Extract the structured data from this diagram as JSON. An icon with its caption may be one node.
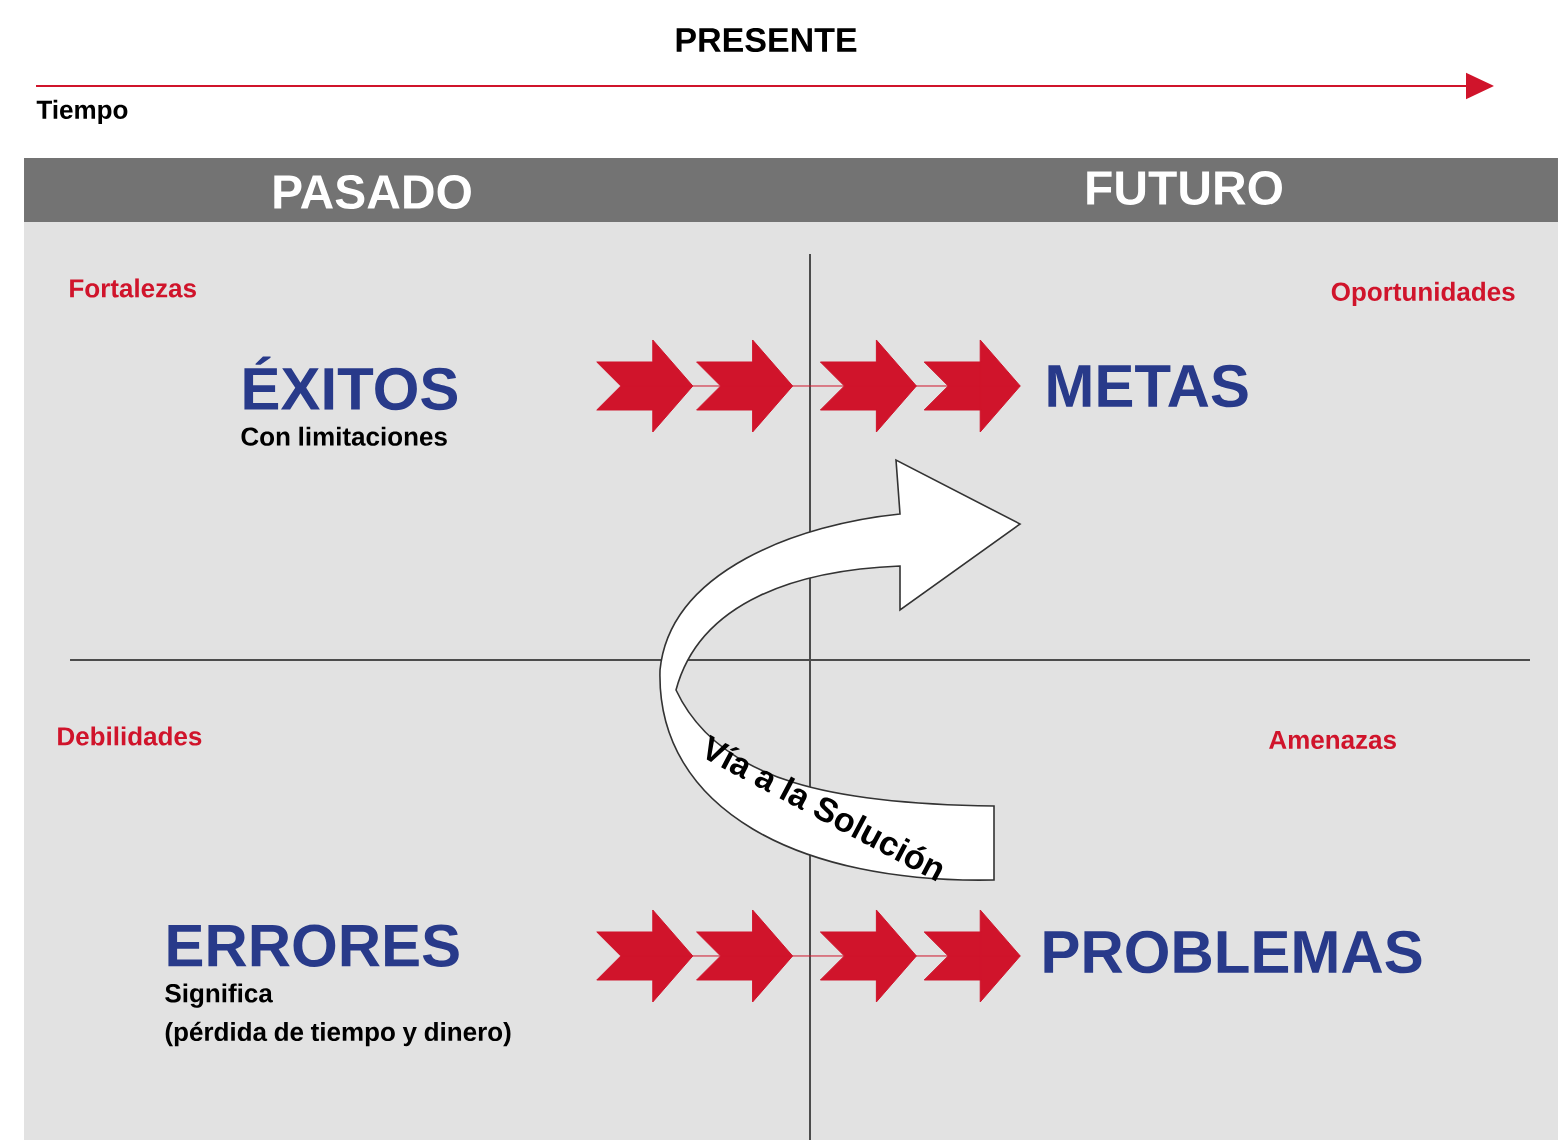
{
  "diagram": {
    "nodes": [
      {
        "text": [
          "ÉXITOS",
          "Con limitaciones"
        ]
      },
      {
        "text": [
          "METAS"
        ]
      },
      {
        "text": [
          "ERRORES",
          "Significa",
          "(pérdida de tiempo y dinero)"
        ]
      },
      {
        "text": [
          "PROBLEMAS"
        ]
      }
    ],
    "edges": [
      {
        "from": 0,
        "to": 1,
        "arrow": "to"
      },
      {
        "from": 2,
        "to": 3,
        "arrow": "to"
      }
    ],
    "labels": [
      "PRESENTE",
      "Tiempo",
      "PASADO",
      "FUTURO",
      "Fortalezas",
      "Oportunidades",
      "Vía a la Solución",
      "Debilidades",
      "Amenazas"
    ]
  }
}
